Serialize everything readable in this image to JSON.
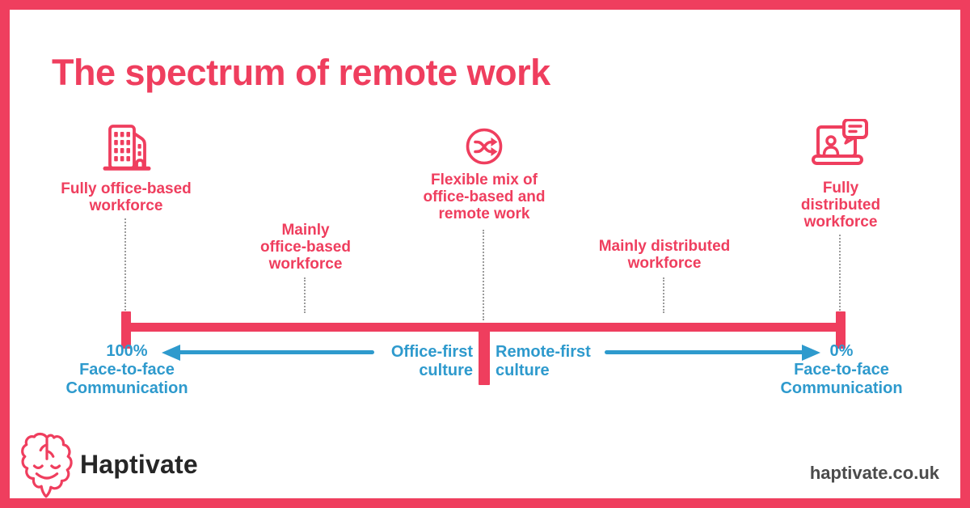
{
  "title": "The spectrum of remote work",
  "colors": {
    "accent_pink": "#EF3E5E",
    "accent_blue": "#2E9ACD",
    "text_dark": "#262626",
    "website_gray": "#4B4B4B",
    "connector_gray": "#9B9B9B"
  },
  "stages": [
    {
      "label": "Fully office-based\nworkforce",
      "icon": "office-building-icon"
    },
    {
      "label": "Mainly\noffice-based\nworkforce",
      "icon": ""
    },
    {
      "label": "Flexible mix of\noffice-based and\nremote work",
      "icon": "shuffle-icon"
    },
    {
      "label": "Mainly distributed\nworkforce",
      "icon": ""
    },
    {
      "label": "Fully\ndistributed\nworkforce",
      "icon": "laptop-video-call-icon"
    }
  ],
  "axis": {
    "left_end_label": "100%\nFace-to-face\nCommunication",
    "left_zone_label": "Office-first\nculture",
    "right_zone_label": "Remote-first\nculture",
    "right_end_label": "0%\nFace-to-face\nCommunication"
  },
  "footer": {
    "brand": "Haptivate",
    "website": "haptivate.co.uk"
  }
}
